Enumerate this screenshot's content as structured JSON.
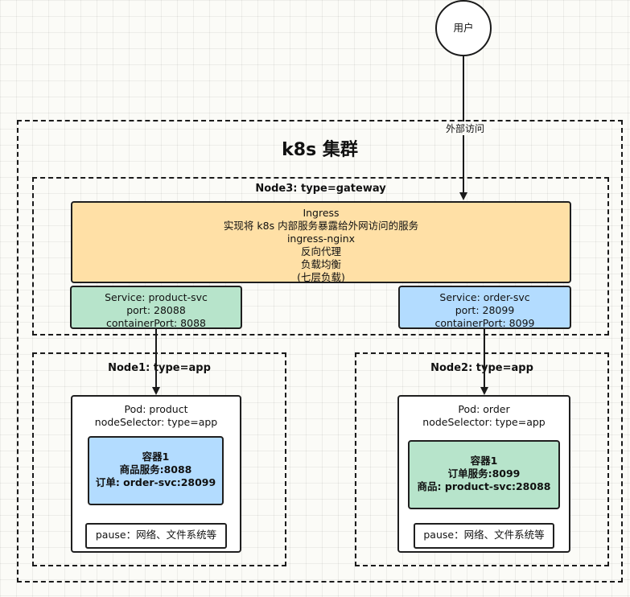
{
  "user": {
    "label": "用户"
  },
  "external_access": {
    "label": "外部访问"
  },
  "cluster": {
    "title": "k8s 集群"
  },
  "node3": {
    "title": "Node3: type=gateway",
    "ingress": {
      "lines": [
        "Ingress",
        "实现将 k8s 内部服务暴露给外网访问的服务",
        "ingress-nginx",
        "反向代理",
        "负载均衡",
        "(七层负载)"
      ]
    },
    "service_product": {
      "lines": [
        "Service: product-svc",
        "port: 28088",
        "containerPort: 8088"
      ]
    },
    "service_order": {
      "lines": [
        "Service: order-svc",
        "port: 28099",
        "containerPort: 8099"
      ]
    }
  },
  "node1": {
    "title": "Node1: type=app",
    "pod": {
      "lines": [
        "Pod: product",
        "nodeSelector: type=app"
      ],
      "container": {
        "lines": [
          "容器1",
          "商品服务:8088",
          "订单: order-svc:28099"
        ]
      },
      "pause": "pause：网络、文件系统等"
    }
  },
  "node2": {
    "title": "Node2: type=app",
    "pod": {
      "lines": [
        "Pod: order",
        "nodeSelector: type=app"
      ],
      "container": {
        "lines": [
          "容器1",
          "订单服务:8099",
          "商品: product-svc:28088"
        ]
      },
      "pause": "pause：网络、文件系统等"
    }
  },
  "colors": {
    "ingress_fill": "#ffe0a6",
    "green_fill": "#b7e4cb",
    "blue_fill": "#b3dcff",
    "stroke": "#1a1a1a"
  }
}
